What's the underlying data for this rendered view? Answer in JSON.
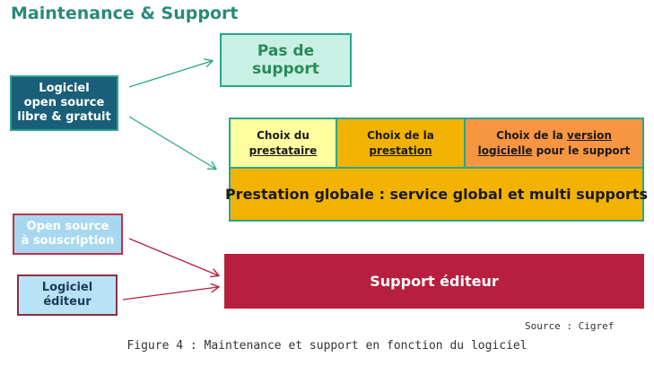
{
  "title": "Maintenance & Support",
  "sources": {
    "libre": "Logiciel open source libre & gratuit",
    "libre_lines": [
      "Logiciel",
      "open source",
      "libre & gratuit"
    ],
    "souscription_lines": [
      "Open source",
      "à souscription"
    ],
    "editeur_lines": [
      "Logiciel",
      "éditeur"
    ]
  },
  "targets": {
    "pas_de_support": "Pas de support",
    "prestation": {
      "choix_prestataire": {
        "prefix": "Choix du",
        "link": "prestataire"
      },
      "choix_prestation": {
        "prefix": "Choix de la",
        "link": "prestation"
      },
      "choix_version": {
        "prefix": "Choix de la",
        "link1": "version",
        "link2": "logicielle",
        "suffix": "pour le support"
      },
      "globale": "Prestation globale : service global et multi supports"
    },
    "support_editeur": "Support éditeur"
  },
  "source_note": "Source : Cigref",
  "caption": "Figure 4 : Maintenance et support en fonction du logiciel",
  "colors": {
    "title": "#2a8a7a",
    "arrow_green": "#2aa58a",
    "arrow_red": "#b81f3e",
    "editeur": "#b81f3e",
    "prestation": "#f2b300"
  }
}
